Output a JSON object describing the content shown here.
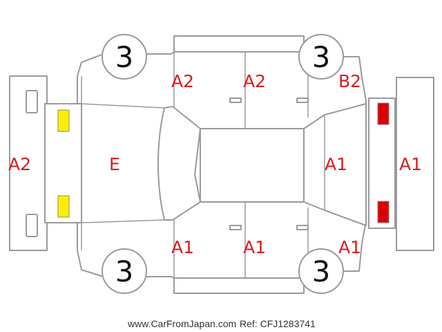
{
  "wheels": {
    "front_left": "3",
    "front_right": "3",
    "rear_left": "3",
    "rear_right": "3"
  },
  "codes": {
    "front_bumper": "A2",
    "hood": "E",
    "front_left_door": "A2",
    "rear_left_door": "A2",
    "rear_left_quarter": "B2",
    "roof": "A1",
    "rear_bumper": "A1",
    "front_right_door": "A1",
    "rear_right_door": "A1",
    "rear_right_quarter": "A1"
  },
  "marker_colors": {
    "front_lights": "#ffee00",
    "rear_lights": "#dd0000"
  },
  "footer": {
    "site": "www.CarFromJapan.com",
    "ref": "Ref: CFJ1283741"
  }
}
